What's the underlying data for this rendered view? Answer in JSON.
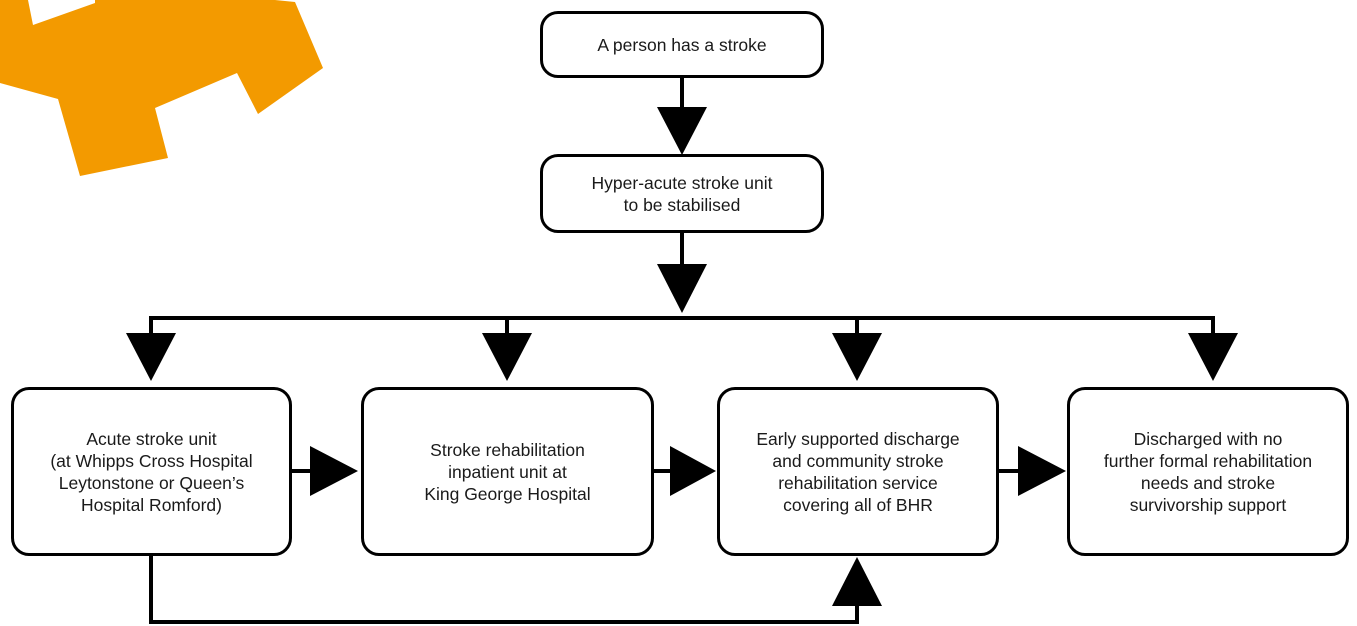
{
  "colors": {
    "gear": "#F39A00",
    "line": "#000000",
    "box_border": "#000000",
    "text": "#1a1a1a"
  },
  "decoration": {
    "top_left": "orange-gear-icon"
  },
  "nodes": {
    "start": {
      "lines": [
        "A person has a stroke"
      ]
    },
    "hyper_acute": {
      "lines": [
        "Hyper-acute stroke unit",
        "to be stabilised"
      ]
    },
    "acute": {
      "lines": [
        "Acute stroke unit",
        "(at Whipps Cross Hospital",
        "Leytonstone or Queen’s",
        "Hospital Romford)"
      ]
    },
    "rehab_inpatient": {
      "lines": [
        "Stroke rehabilitation",
        "inpatient unit at",
        "King George Hospital"
      ]
    },
    "early_discharge": {
      "lines": [
        "Early supported discharge",
        "and community stroke",
        "rehabilitation service",
        "covering all of BHR"
      ]
    },
    "discharged": {
      "lines": [
        "Discharged with no",
        "further formal rehabilitation",
        "needs and stroke",
        "survivorship support"
      ]
    }
  },
  "edges": [
    {
      "from": "start",
      "to": "hyper_acute"
    },
    {
      "from": "hyper_acute",
      "to": "acute"
    },
    {
      "from": "hyper_acute",
      "to": "rehab_inpatient"
    },
    {
      "from": "hyper_acute",
      "to": "early_discharge"
    },
    {
      "from": "hyper_acute",
      "to": "discharged"
    },
    {
      "from": "acute",
      "to": "rehab_inpatient"
    },
    {
      "from": "rehab_inpatient",
      "to": "early_discharge"
    },
    {
      "from": "early_discharge",
      "to": "discharged"
    },
    {
      "from": "acute",
      "to": "early_discharge"
    }
  ]
}
